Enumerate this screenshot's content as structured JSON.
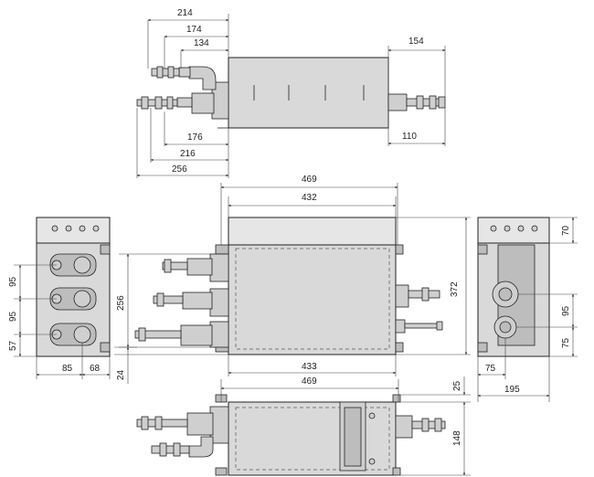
{
  "drawing": {
    "top_view": {
      "dims": [
        "214",
        "174",
        "134",
        "154",
        "176",
        "216",
        "256",
        "110"
      ]
    },
    "front_view": {
      "dims": [
        "469",
        "432",
        "372",
        "256",
        "433",
        "24"
      ]
    },
    "left_view": {
      "dims": [
        "95",
        "95",
        "57",
        "85",
        "68"
      ]
    },
    "right_view": {
      "dims": [
        "70",
        "95",
        "75",
        "75",
        "195"
      ]
    },
    "bottom_view": {
      "dims": [
        "469",
        "25",
        "148"
      ]
    }
  }
}
